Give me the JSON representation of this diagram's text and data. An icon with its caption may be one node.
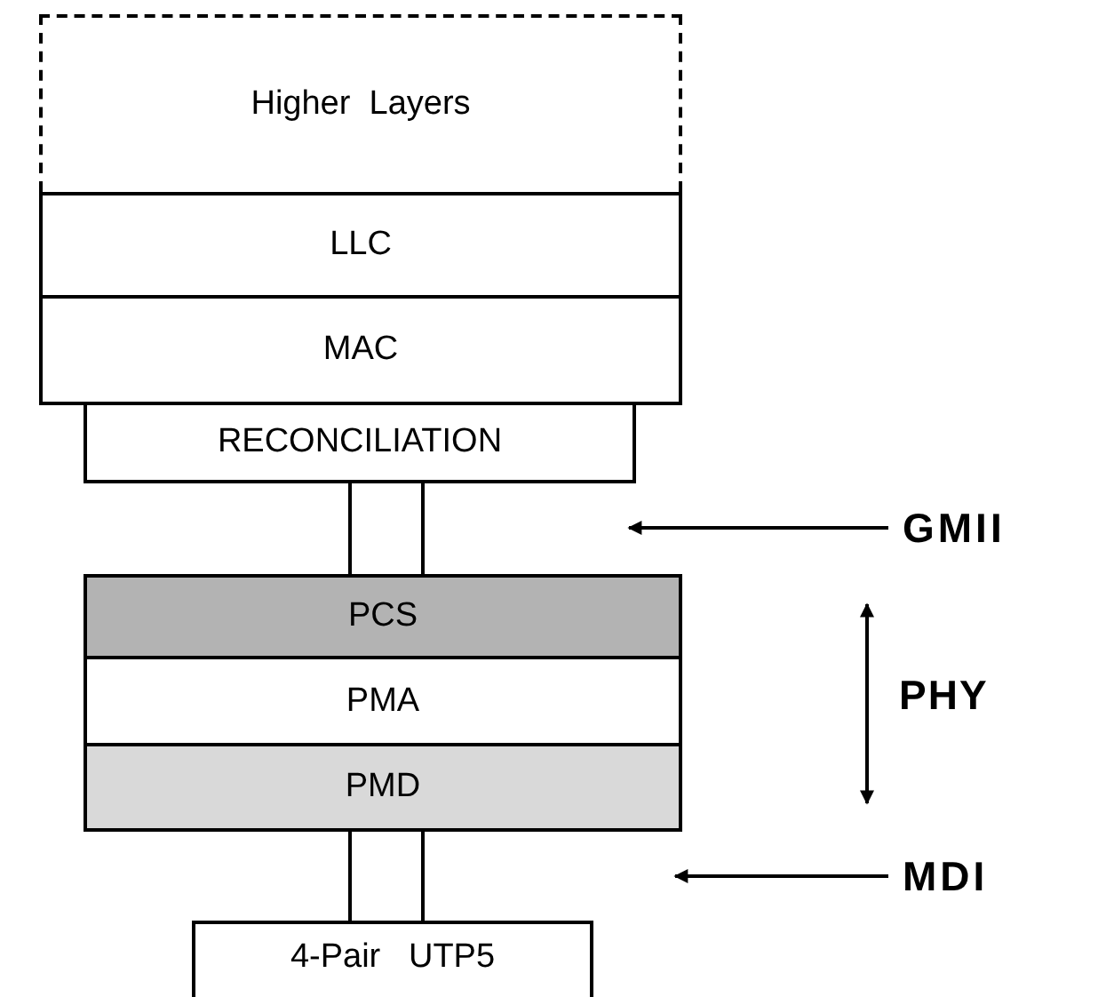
{
  "diagram": {
    "nodes": [
      {
        "text": [
          "Higher  Layers"
        ]
      },
      {
        "text": [
          "LLC"
        ]
      },
      {
        "text": [
          "MAC"
        ]
      },
      {
        "text": [
          "RECONCILIATION"
        ]
      },
      {
        "text": [
          "PCS"
        ]
      },
      {
        "text": [
          "PMA"
        ]
      },
      {
        "text": [
          "PMD"
        ]
      },
      {
        "text": [
          "4-Pair   UTP5"
        ]
      },
      {
        "text": [
          "GMII"
        ]
      },
      {
        "text": [
          "MDI"
        ]
      }
    ],
    "edges": [
      {
        "from": 3,
        "to": 4,
        "arrow": "none"
      },
      {
        "from": 3,
        "to": 4,
        "arrow": "none"
      },
      {
        "from": 6,
        "to": 7,
        "arrow": "none"
      },
      {
        "from": 6,
        "to": 7,
        "arrow": "none"
      },
      {
        "from": 8,
        "to": 3,
        "arrow": "to"
      },
      {
        "from": 9,
        "to": 6,
        "arrow": "to"
      }
    ],
    "labels": [
      "PHY"
    ]
  }
}
